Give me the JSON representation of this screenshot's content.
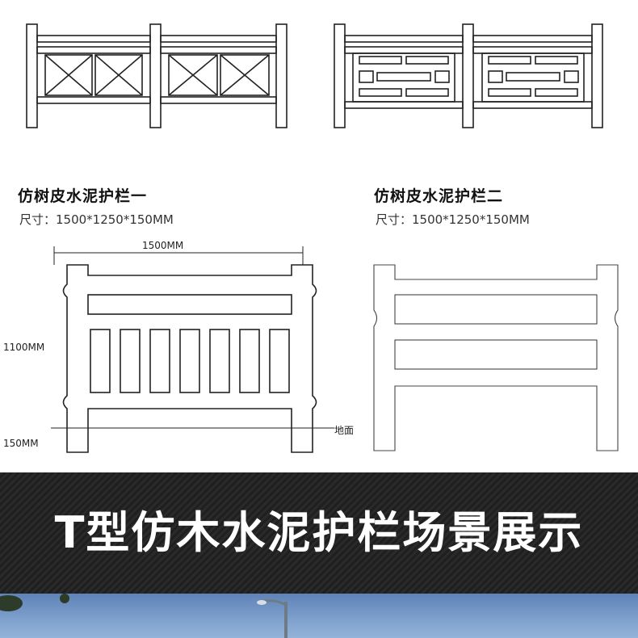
{
  "products": [
    {
      "title": "仿树皮水泥护栏一",
      "size": "尺寸：1500*1250*150MM"
    },
    {
      "title": "仿树皮水泥护栏二",
      "size": "尺寸：1500*1250*150MM"
    }
  ],
  "dimensions": {
    "width": "1500MM",
    "height": "1100MM",
    "base": "150MM",
    "ground": "地面"
  },
  "banner": {
    "text": "T型仿木水泥护栏场景展示"
  },
  "colors": {
    "banner_bg": "#262626",
    "banner_text": "#ffffff",
    "line": "#222222"
  }
}
